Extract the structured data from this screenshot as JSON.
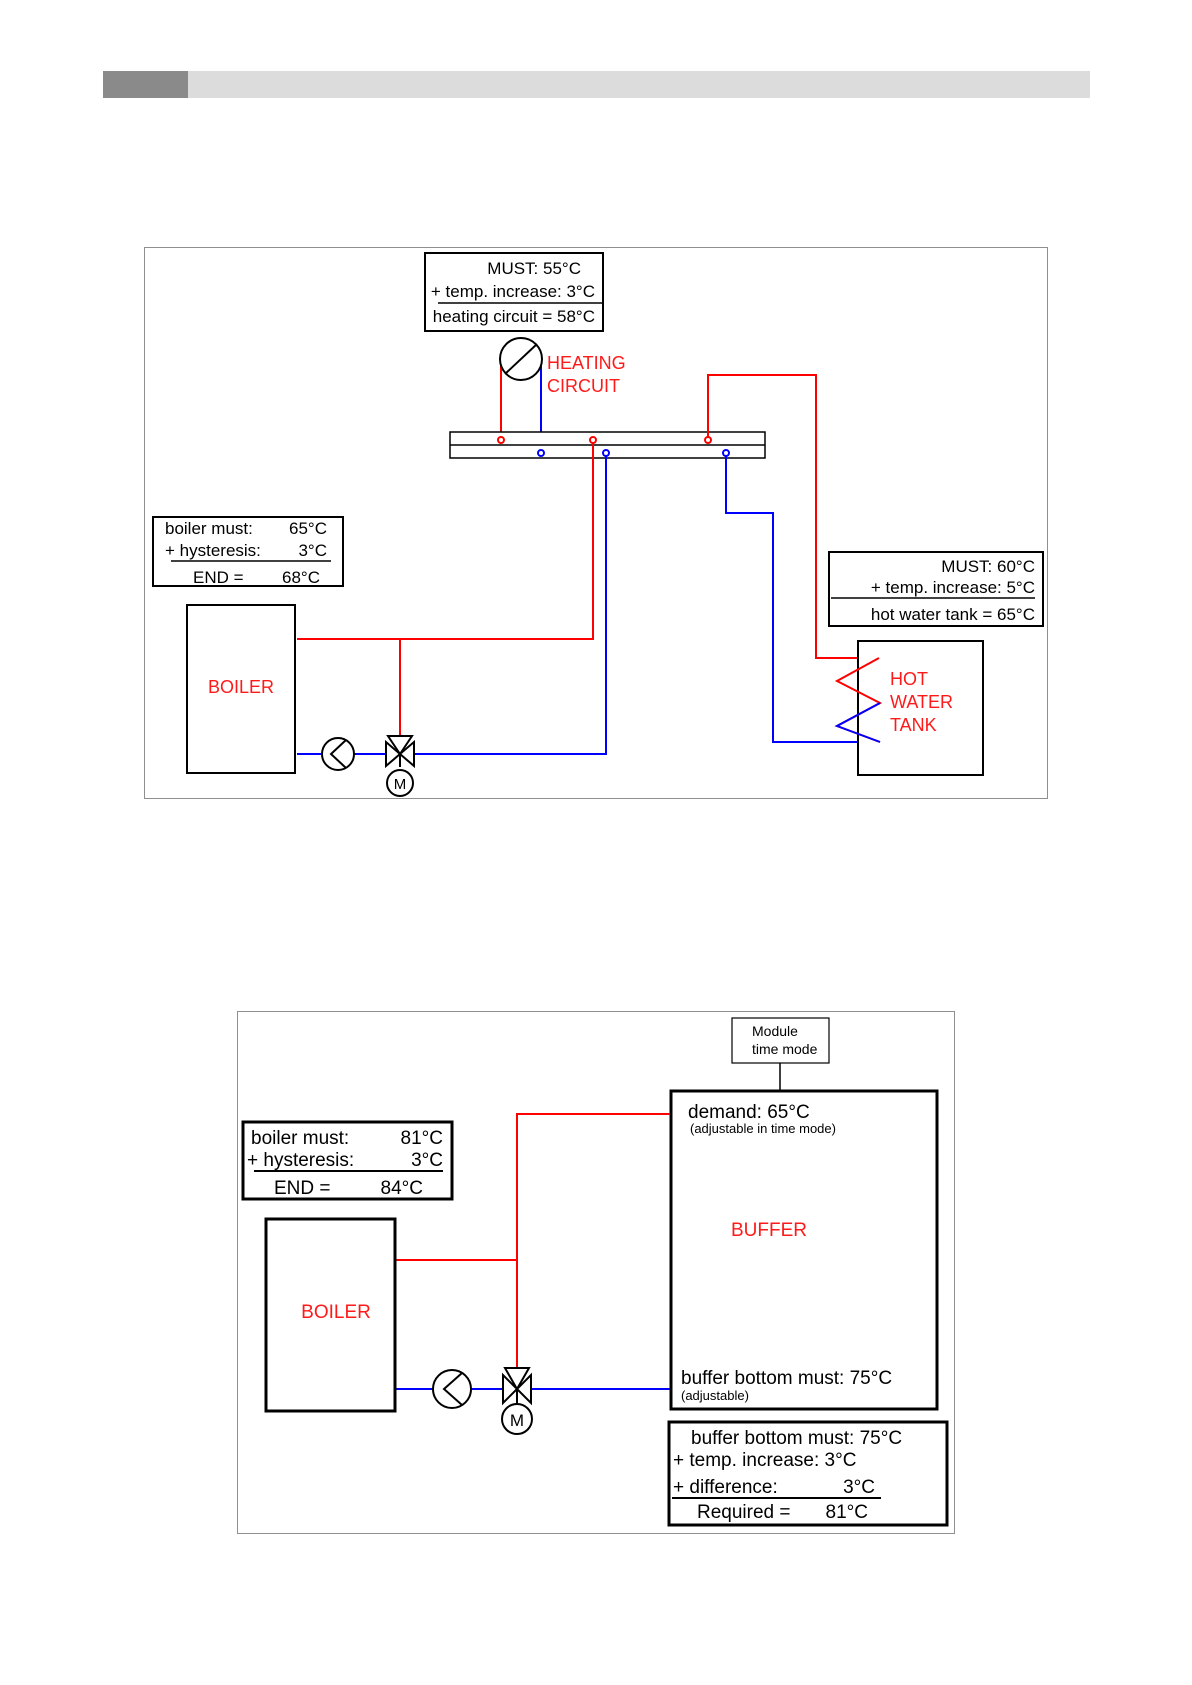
{
  "header": {
    "accent_color": "#8a8a8a",
    "bar_color": "#dcdcdc"
  },
  "colors": {
    "supply": "#ff0000",
    "return": "#0000ff",
    "frame": "#8f8f8f"
  },
  "diagram1": {
    "hc_box": {
      "line1": "MUST: 55°C",
      "line2": "+ temp. increase:  3°C",
      "line3": "heating circuit = 58°C"
    },
    "hc_label": {
      "line1": "HEATING",
      "line2": "CIRCUIT"
    },
    "boiler_box": {
      "r1_label": "boiler must:",
      "r1_value": "65°C",
      "r2_label": "+ hysteresis:",
      "r2_value": "3°C",
      "r3_label": "END =",
      "r3_value": "68°C"
    },
    "boiler_label": "BOILER",
    "valve_motor": "M",
    "hwt_box": {
      "line1": "MUST:  60°C",
      "line2": "+ temp. increase:   5°C",
      "line3": "hot water tank =   65°C"
    },
    "hwt_label": {
      "line1": "HOT",
      "line2": "WATER",
      "line3": "TANK"
    }
  },
  "diagram2": {
    "module_box": {
      "line1": "Module",
      "line2": "time mode"
    },
    "buffer_demand": "demand: 65°C",
    "buffer_demand_note": "(adjustable in time mode)",
    "buffer_label": "BUFFER",
    "buffer_bottom": "buffer bottom must: 75°C",
    "buffer_bottom_note": "(adjustable)",
    "boiler_box": {
      "r1_label": "boiler must:",
      "r1_value": "81°C",
      "r2_label": "+ hysteresis:",
      "r2_value": "3°C",
      "r3_label": "END =",
      "r3_value": "84°C"
    },
    "boiler_label": "BOILER",
    "valve_motor": "M",
    "calc_box": {
      "line1": "buffer bottom must: 75°C",
      "line2": "+ temp. increase:  3°C",
      "r3_label": "+ difference:",
      "r3_value": "3°C",
      "r4_label": "Required =",
      "r4_value": "81°C"
    }
  }
}
